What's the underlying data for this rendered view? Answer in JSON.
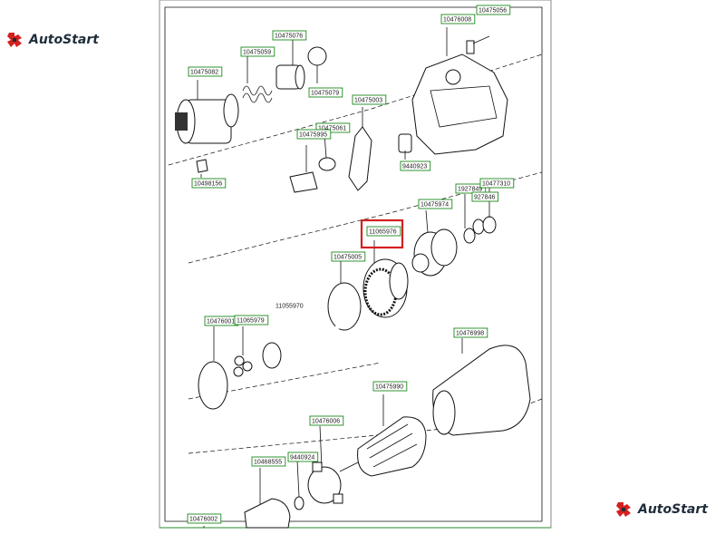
{
  "brand": {
    "name": "AutoStart",
    "icon": "puzzle-car-icon",
    "icon_color": "#d42020"
  },
  "highlight_color": "#d42020",
  "label_color": "#1a8a1a",
  "parts": [
    {
      "id": "p-10475082",
      "number": "10475082"
    },
    {
      "id": "p-10475059",
      "number": "10475059"
    },
    {
      "id": "p-10475076",
      "number": "10475076"
    },
    {
      "id": "p-10475079",
      "number": "10475079"
    },
    {
      "id": "p-10475003",
      "number": "10475003"
    },
    {
      "id": "p-10475061",
      "number": "10475061"
    },
    {
      "id": "p-10475995",
      "number": "10475995"
    },
    {
      "id": "p-10476008",
      "number": "10476008"
    },
    {
      "id": "p-10475056",
      "number": "10475056"
    },
    {
      "id": "p-9440923",
      "number": "9440923"
    },
    {
      "id": "p-10498156",
      "number": "10498156"
    },
    {
      "id": "p-1927849",
      "number": "1927849"
    },
    {
      "id": "p-10477310",
      "number": "10477310"
    },
    {
      "id": "p-927846",
      "number": "927846"
    },
    {
      "id": "p-10475974",
      "number": "10475974"
    },
    {
      "id": "p-11065976",
      "number": "11065976",
      "highlighted": true
    },
    {
      "id": "p-10475005",
      "number": "10475005"
    },
    {
      "id": "p-11055970",
      "number": "11055970"
    },
    {
      "id": "p-10476001",
      "number": "10476001"
    },
    {
      "id": "p-11065979",
      "number": "11065979"
    },
    {
      "id": "p-10476998",
      "number": "10476998"
    },
    {
      "id": "p-10475990",
      "number": "10475990"
    },
    {
      "id": "p-10476006",
      "number": "10476006"
    },
    {
      "id": "p-9440924",
      "number": "9440924"
    },
    {
      "id": "p-10468555",
      "number": "10468555"
    },
    {
      "id": "p-10476002",
      "number": "10476002"
    }
  ]
}
